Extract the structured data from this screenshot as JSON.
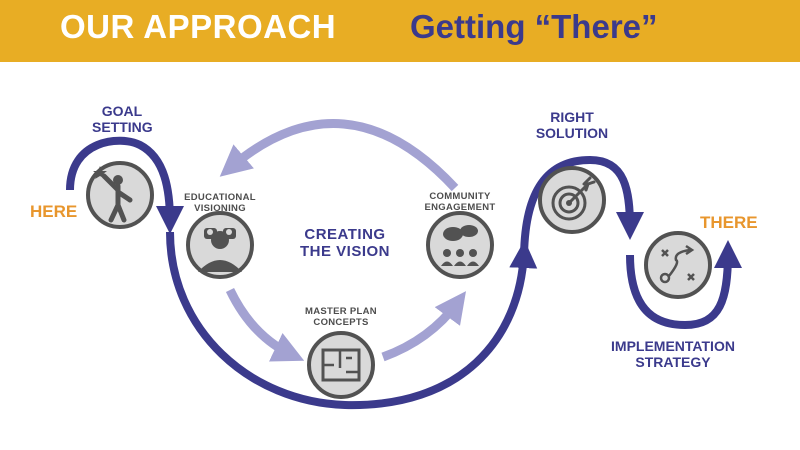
{
  "header": {
    "left_title": "OUR APPROACH",
    "right_title": "Getting “There”",
    "background_color": "#e8ad24",
    "left_color": "#ffffff",
    "right_color": "#3b3a8c"
  },
  "diagram": {
    "start_label": "HERE",
    "end_label": "THERE",
    "center_label": [
      "CREATING",
      "THE VISION"
    ],
    "steps": [
      {
        "label": [
          "GOAL",
          "SETTING"
        ],
        "icon": "person-reaching-star-icon"
      },
      {
        "label": [
          "EDUCATIONAL",
          "VISIONING"
        ],
        "icon": "binoculars-icon"
      },
      {
        "label": [
          "MASTER PLAN",
          "CONCEPTS"
        ],
        "icon": "floor-plan-icon"
      },
      {
        "label": [
          "COMMUNITY",
          "ENGAGEMENT"
        ],
        "icon": "people-speech-icon"
      },
      {
        "label": [
          "RIGHT",
          "SOLUTION"
        ],
        "icon": "target-icon"
      },
      {
        "label": [
          "IMPLEMENTATION",
          "STRATEGY"
        ],
        "icon": "strategy-play-icon"
      }
    ],
    "colors": {
      "main_path": "#3b3a8c",
      "vision_cycle": "#a3a2d2",
      "icon_fill": "#d9d9d9",
      "icon_ring": "#525252",
      "highlight": "#e8962d"
    }
  }
}
